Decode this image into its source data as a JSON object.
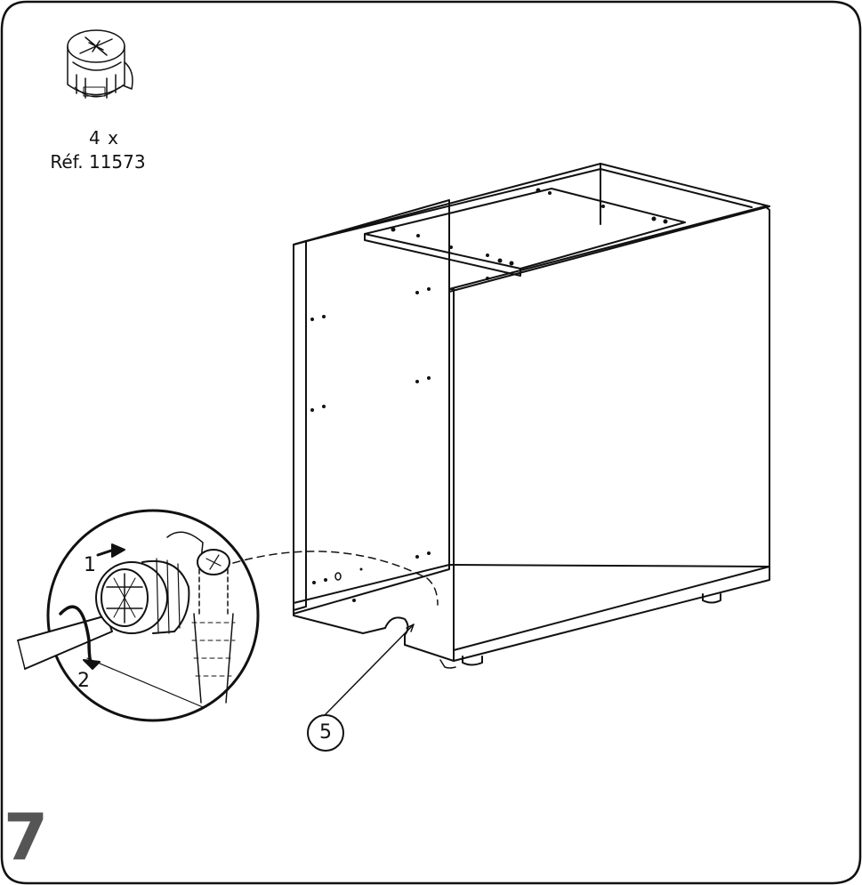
{
  "part": {
    "quantity": "4 x",
    "reference": "Réf. 11573"
  },
  "callout": {
    "step_1": "1",
    "step_2": "2",
    "part_number": "5"
  },
  "step_number": "7",
  "colors": {
    "line": "#111111",
    "step_number": "#555555",
    "background": "#ffffff"
  }
}
